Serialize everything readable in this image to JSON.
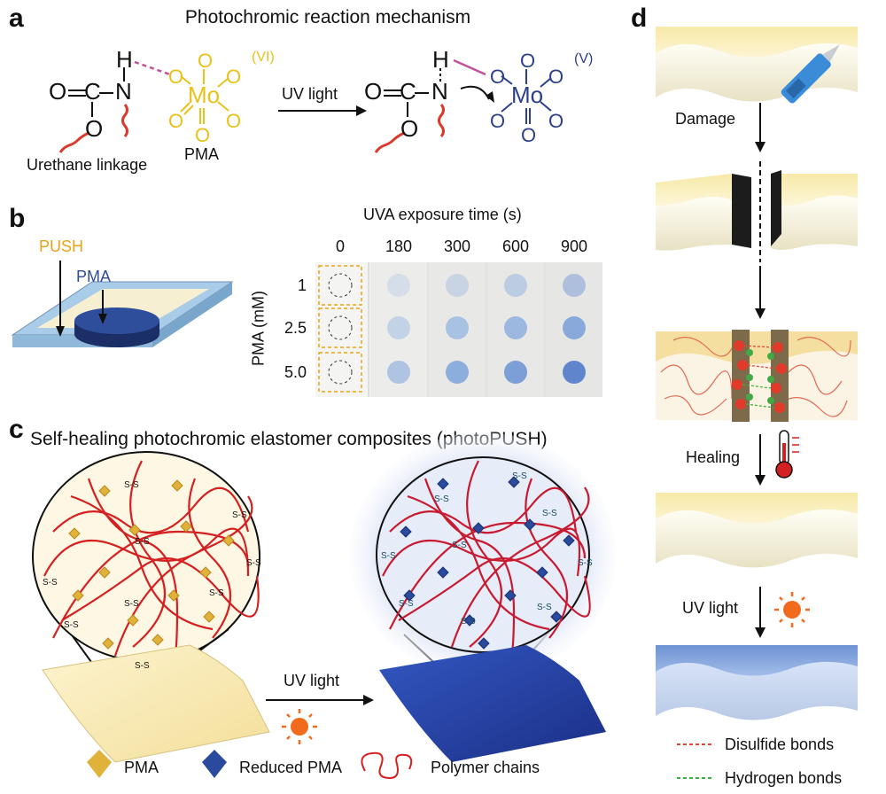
{
  "panel_a": {
    "letter": "a",
    "title": "Photochromic reaction mechanism",
    "urethane_label": "Urethane linkage",
    "pma_label": "PMA",
    "arrow_label": "UV light",
    "mo_symbol": "Mo",
    "o_symbol": "O",
    "c_symbol": "C",
    "n_symbol": "N",
    "h_symbol": "H",
    "ox_left": "(VI)",
    "ox_right": "(V)",
    "colors": {
      "mo6": "#e8c21a",
      "mo5": "#2b3f8c",
      "hbond_before": "#c2509a",
      "hbond_after": "#c2509a",
      "squiggle": "#d93a2b"
    }
  },
  "panel_b": {
    "letter": "b",
    "push_label": "PUSH",
    "pma_label": "PMA",
    "time_header": "UVA exposure time (s)",
    "times": [
      "0",
      "180",
      "300",
      "600",
      "900"
    ],
    "concentration_axis": "PMA (mM)",
    "concentrations": [
      "1",
      "2.5",
      "5.0"
    ],
    "colors": {
      "push": "#e8a317",
      "pma": "#2e4d9a"
    }
  },
  "panel_c": {
    "letter": "c",
    "title": "Self-healing photochromic elastomer composites (photoPUSH)",
    "arrow_label": "UV light",
    "disulfide": "S-S",
    "legend": [
      {
        "label": "PMA",
        "icon": "gold-diamond-icon"
      },
      {
        "label": "Reduced PMA",
        "icon": "blue-diamond-icon"
      },
      {
        "label": "Polymer chains",
        "icon": "polymer-chain-icon"
      }
    ],
    "colors": {
      "pma": "#e0b23a",
      "reduced": "#2a4a9e",
      "chain": "#d42020"
    }
  },
  "panel_d": {
    "letter": "d",
    "steps": [
      "Damage",
      "Healing",
      "UV light"
    ],
    "legend": [
      {
        "label": "Disulfide bonds",
        "color": "#e0493a"
      },
      {
        "label": "Hydrogen bonds",
        "color": "#3fae3f"
      }
    ]
  }
}
